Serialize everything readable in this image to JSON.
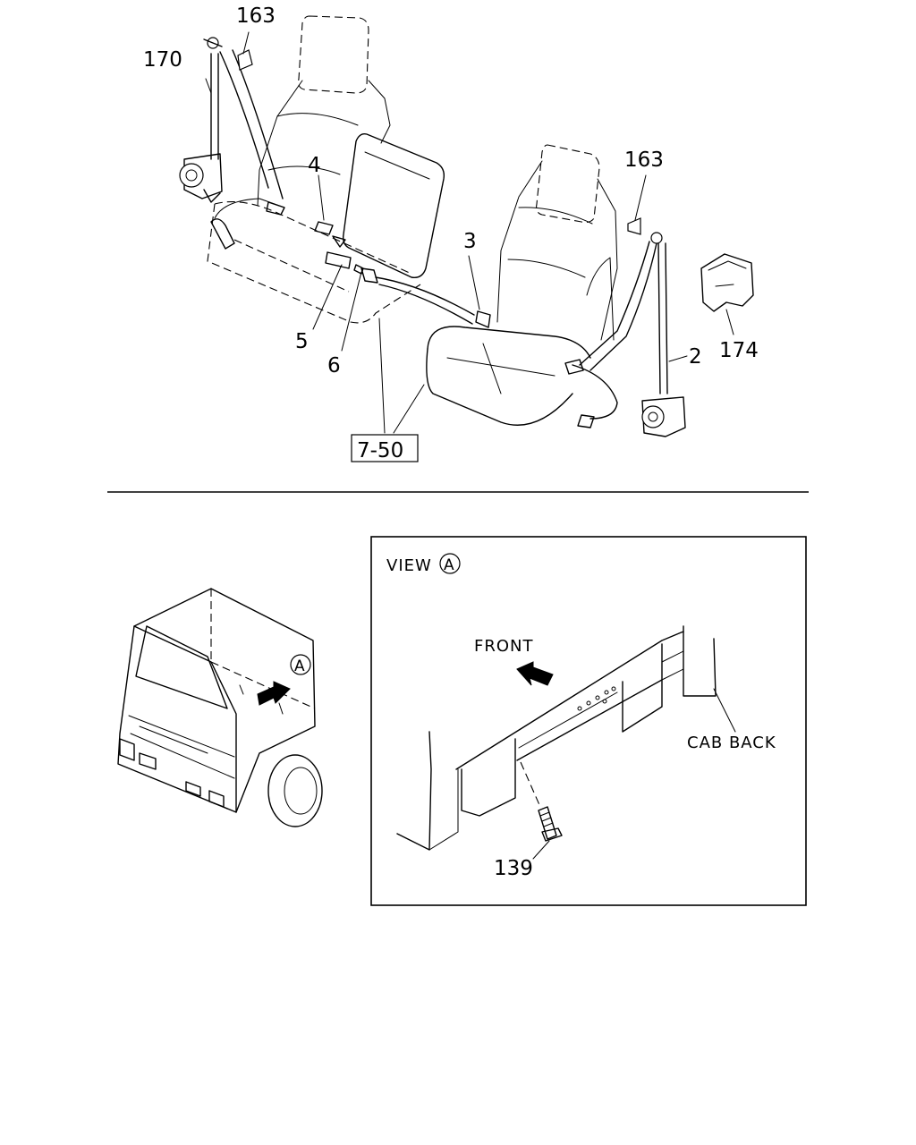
{
  "labels": {
    "p163a": "163",
    "p170": "170",
    "p4": "4",
    "p163b": "163",
    "p3": "3",
    "p2": "2",
    "p174": "174",
    "p5": "5",
    "p6": "6",
    "ref": "7-50",
    "view": "VIEW",
    "view_mark": "A",
    "front": "FRONT",
    "cab_back": "CAB BACK",
    "p139": "139",
    "cab_mark": "A"
  }
}
